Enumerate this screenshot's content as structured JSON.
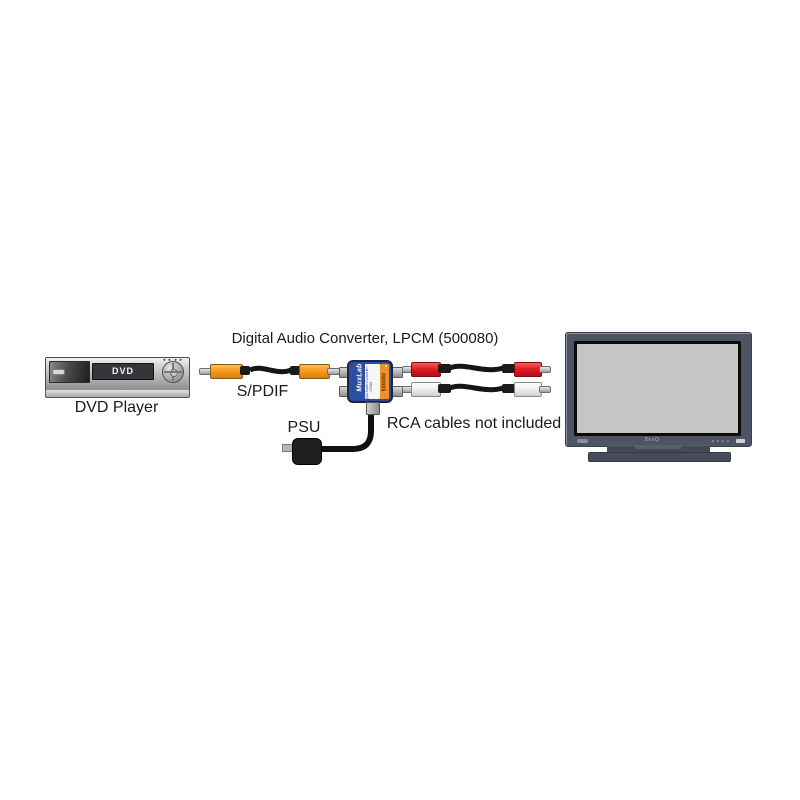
{
  "diagram": {
    "title": "Digital Audio Converter, LPCM (500080)",
    "dvd_player": {
      "label": "DVD Player",
      "display_text": "DVD",
      "dial_marks": "◄◄ ►►"
    },
    "spdif_cable": {
      "label": "S/PDIF"
    },
    "converter": {
      "brand": "MuxLab",
      "product_line1": "Digital Audio Converter",
      "product_line2": "LPCM",
      "model": "500080"
    },
    "psu": {
      "label": "PSU"
    },
    "rca_cables": {
      "note": "RCA cables not included"
    },
    "tv": {
      "brand": "BenQ"
    }
  },
  "colors": {
    "spdif_orange": "#F59B20",
    "rca_red": "#E31E24",
    "rca_white": "#FFFFFF",
    "cable_black": "#151515",
    "converter_blue": "#2B4EA2",
    "converter_border_navy": "#1B2340",
    "converter_stripe_orange": "#F29222",
    "tv_bezel_gray": "#4F5464",
    "tv_screen_gray": "#C5C6C4",
    "background": "#FFFFFF"
  }
}
